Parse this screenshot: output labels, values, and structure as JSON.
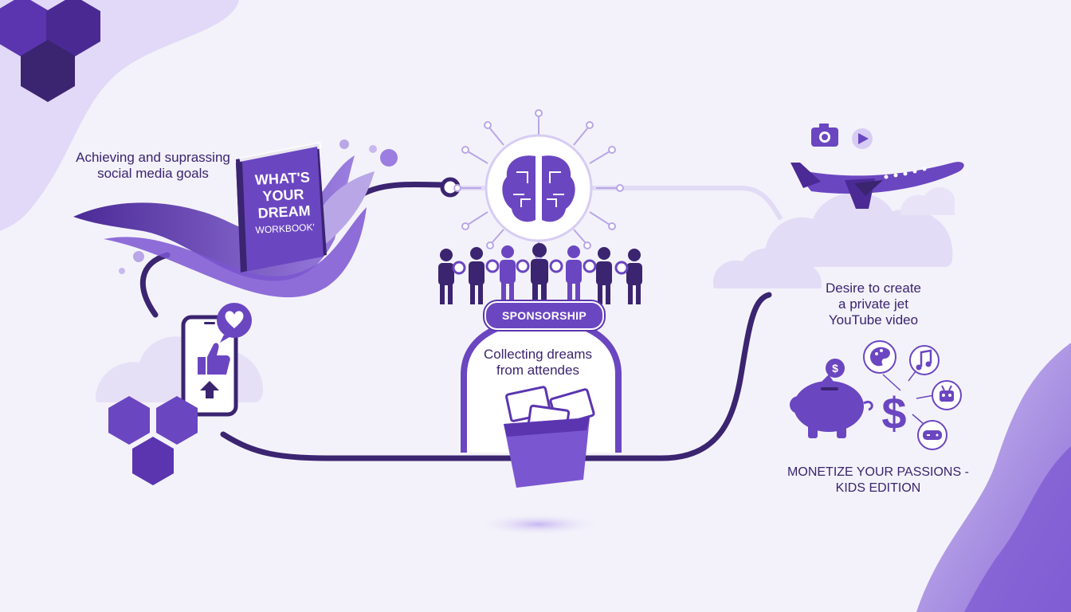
{
  "labels": {
    "goals": [
      "Achieving and suprassing",
      "social media goals"
    ],
    "book": [
      "WHAT'S",
      "YOUR",
      "DREAM",
      "WORKBOOK'"
    ],
    "sponsorship": "SPONSORSHIP",
    "collecting": [
      "Collecting dreams",
      "from attendes"
    ],
    "jet": [
      "Desire to create",
      "a private jet",
      "YouTube video"
    ],
    "monetize": [
      "MONETIZE YOUR PASSIONS -",
      "KIDS EDITION"
    ]
  },
  "colors": {
    "primary": "#6b46c1",
    "dark": "#3b2470",
    "light": "#b9a6e6",
    "background": "#f3f2fa"
  },
  "icons": [
    "hexagon-icon",
    "phone-icon",
    "thumbs-up-icon",
    "heart-icon",
    "arrow-up-icon",
    "book-icon",
    "brain-icon",
    "person-icon",
    "box-icon",
    "camera-icon",
    "play-icon",
    "airplane-icon",
    "cloud-icon",
    "piggy-bank-icon",
    "dollar-icon",
    "palette-icon",
    "music-icon",
    "robot-icon",
    "game-icon"
  ]
}
